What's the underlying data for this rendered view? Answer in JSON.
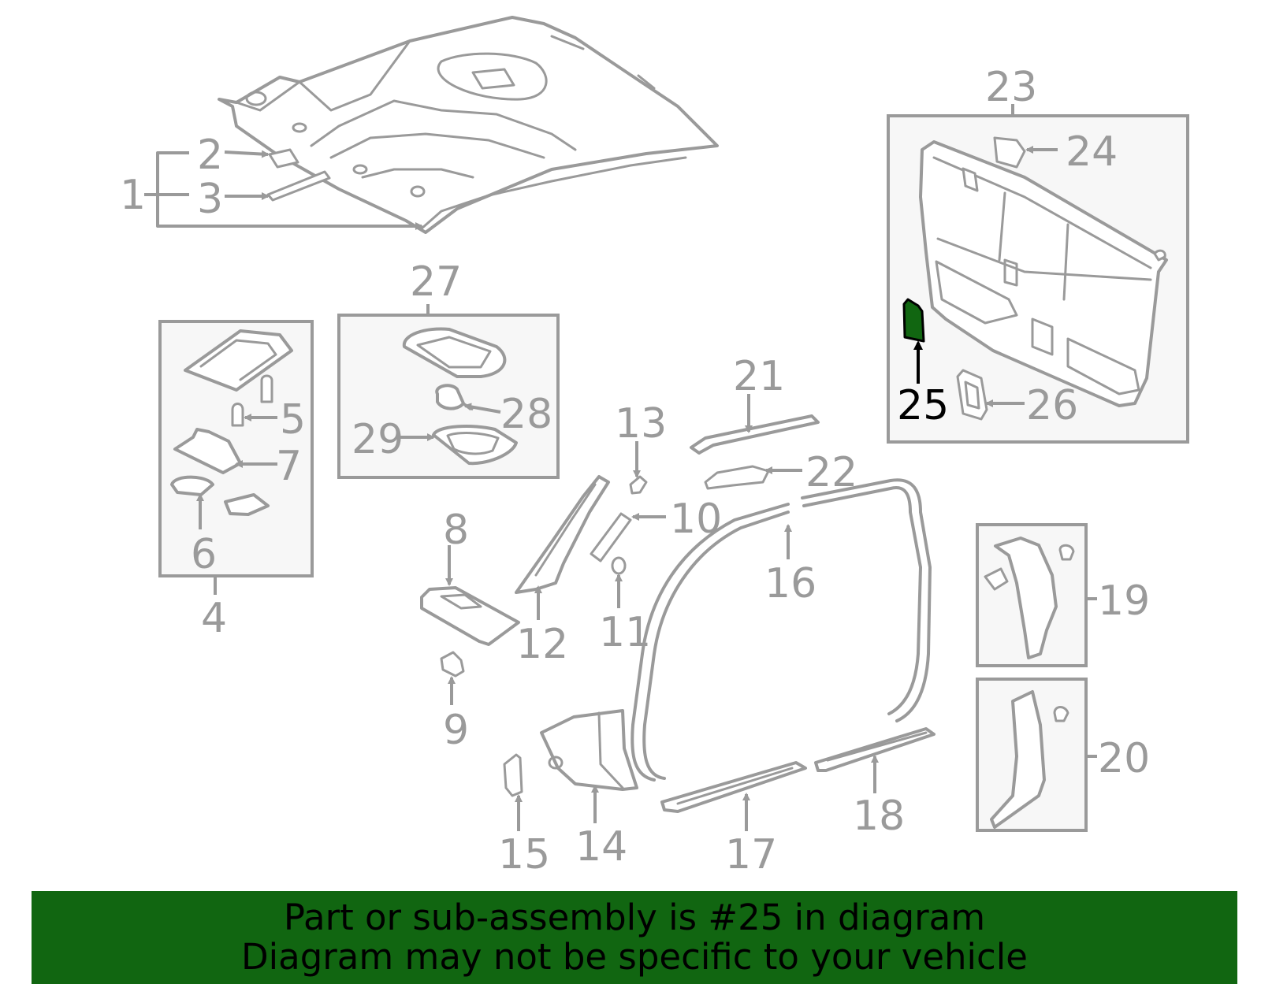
{
  "diagram": {
    "labels": [
      "1",
      "2",
      "3",
      "4",
      "5",
      "6",
      "7",
      "8",
      "9",
      "10",
      "11",
      "12",
      "13",
      "14",
      "15",
      "16",
      "17",
      "18",
      "19",
      "20",
      "21",
      "22",
      "23",
      "24",
      "25",
      "26",
      "27",
      "28",
      "29"
    ],
    "highlighted_label": "25",
    "highlight_color": "#116611",
    "line_color": "#9a9a9a"
  },
  "banner": {
    "line1": "Part or sub-assembly is #25 in diagram",
    "line2": "Diagram may not be specific to your vehicle",
    "background": "#116611"
  }
}
